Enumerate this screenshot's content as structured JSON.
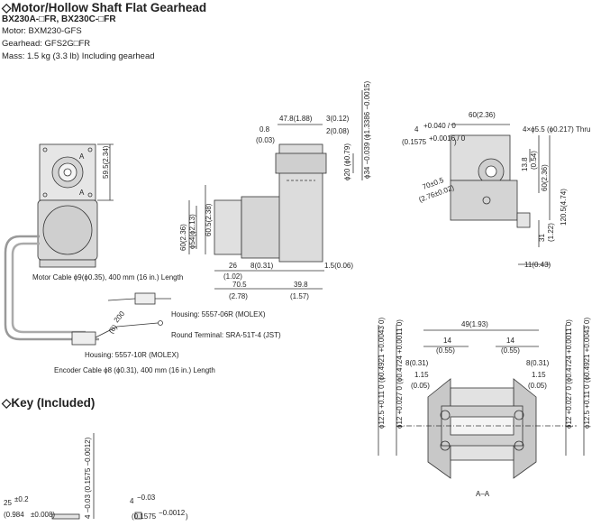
{
  "header": {
    "title": "◇Motor/Hollow Shaft Flat Gearhead",
    "model_line": "BX230A-□FR, BX230C-□FR",
    "motor": "Motor: BXM230-GFS",
    "gearhead": "Gearhead: GFS2G□FR",
    "mass": "Mass: 1.5 kg (3.3 lb) Including gearhead"
  },
  "front_view": {
    "dim_height": "59.5(2.34)",
    "label_a_top": "A",
    "label_a_bottom": "A"
  },
  "side_view": {
    "d_478": "47.8(1.88)",
    "d_3": "3(0.12)",
    "d_2": "2(0.08)",
    "d_08": "0.8",
    "d_08_in": "(0.03)",
    "d_phi34": "ϕ34 −0.039 (ϕ1.3386 −0.0015)",
    "d_phi20": "ϕ20 (ϕ0.79)",
    "d_phi20_in": "(ϕ0.79)",
    "d_605": "60.5(2.38)",
    "d_60": "60(2.36)",
    "d_phi54": "ϕ54(ϕ2.13)",
    "d_26": "26",
    "d_26_in": "(1.02)",
    "d_8": "8(0.31)",
    "d_15": "1.5(0.06)",
    "d_705": "70.5",
    "d_705_in": "(2.78)",
    "d_398": "39.8",
    "d_398_in": "(1.57)"
  },
  "right_view": {
    "d_60": "60(2.36)",
    "d_4": "4",
    "d_4_tol": "+0.040 / 0",
    "d_4_in": "(0.1575",
    "d_4_in_tol": "+0.0016 / 0",
    "d_4_in_close": ")",
    "thru": "4×ϕ5.5 (ϕ0.217) Thru",
    "d_138": "13.8",
    "d_138_in": "(0.54)",
    "d_60v": "60(2.36)",
    "d_1205": "120.5(4.74)",
    "d_70": "70±0.5",
    "d_70_in": "(2.76±0.02)",
    "d_31": "31",
    "d_31_in": "(1.22)",
    "d_11": "11(0.43)"
  },
  "cables": {
    "motor_cable": "Motor Cable ϕ9(ϕ0.35), 400 mm (16 in.) Length",
    "housing_6": "Housing: 5557-06R (MOLEX)",
    "terminal": "Round Terminal: SRA-51T-4 (JST)",
    "d_200": "200",
    "d_200_in": "(8)",
    "housing_10": "Housing: 5557-10R (MOLEX)",
    "encoder_cable": "Encoder Cable ϕ8 (ϕ0.31), 400 mm (16 in.) Length"
  },
  "section_view": {
    "d_49": "49(1.93)",
    "d_14l": "14",
    "d_14l_in": "(0.55)",
    "d_14r": "14",
    "d_14r_in": "(0.55)",
    "d_8l": "8(0.31)",
    "d_8r": "8(0.31)",
    "d_115l": "1.15",
    "d_115l_in": "(0.05)",
    "d_115r": "1.15",
    "d_115r_in": "(0.05)",
    "d_l1": "ϕ12.5 +0.11 0 (ϕ0.4921 +0.0043 0)",
    "d_l2": "ϕ12 +0.027 0 (ϕ0.4724 +0.0011 0)",
    "d_r1": "ϕ12 +0.027 0 (ϕ0.4724 +0.0011 0)",
    "d_r2": "ϕ12.5 +0.11 0 (ϕ0.4921 +0.0043 0)",
    "caption": "A–A"
  },
  "key": {
    "title": "◇Key (Included)",
    "d_25": "25",
    "d_25_tol": "±0.2",
    "d_25_in": "(0.984",
    "d_25_in_tol": "±0.008)",
    "d_4": "4",
    "d_4_tol": "−0.03",
    "d_4_in": "(0.1575",
    "d_4_in_tol": "−0.0012",
    "d_4_in_close": ")",
    "d_4v": "4 −0.03 (0.1575 −0.0012)"
  }
}
